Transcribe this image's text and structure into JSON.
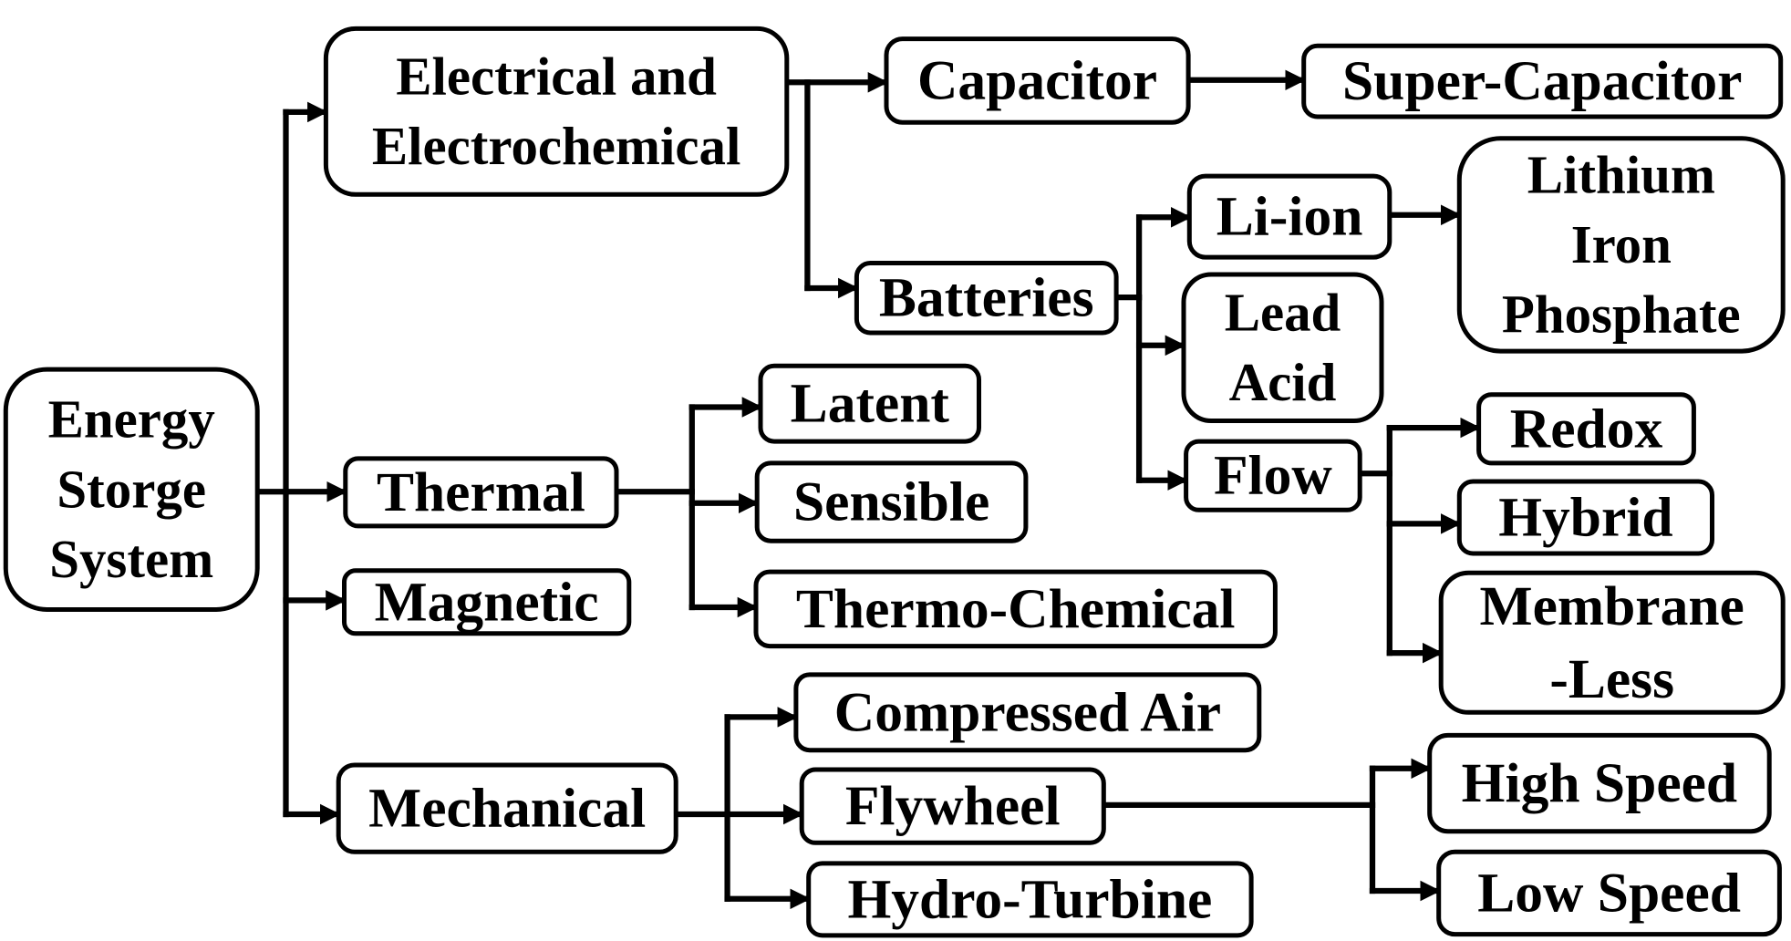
{
  "diagram": {
    "nodes": {
      "energy_storage_system": [
        "Energy",
        "Storge",
        "System"
      ],
      "electrical_and_electrochemical": [
        "Electrical and",
        "Electrochemical"
      ],
      "thermal": [
        "Thermal"
      ],
      "magnetic": [
        "Magnetic"
      ],
      "mechanical": [
        "Mechanical"
      ],
      "capacitor": [
        "Capacitor"
      ],
      "super_capacitor": [
        "Super-Capacitor"
      ],
      "batteries": [
        "Batteries"
      ],
      "li_ion": [
        "Li-ion"
      ],
      "lithium_iron_phosphate": [
        "Lithium",
        "Iron",
        "Phosphate"
      ],
      "lead_acid": [
        "Lead",
        "Acid"
      ],
      "flow": [
        "Flow"
      ],
      "redox": [
        "Redox"
      ],
      "hybrid": [
        "Hybrid"
      ],
      "membrane_less": [
        "Membrane",
        "-Less"
      ],
      "latent": [
        "Latent"
      ],
      "sensible": [
        "Sensible"
      ],
      "thermo_chemical": [
        "Thermo-Chemical"
      ],
      "compressed_air": [
        "Compressed Air"
      ],
      "flywheel": [
        "Flywheel"
      ],
      "hydro_turbine": [
        "Hydro-Turbine"
      ],
      "high_speed": [
        "High Speed"
      ],
      "low_speed": [
        "Low Speed"
      ]
    },
    "edges": [
      [
        "energy_storage_system",
        "electrical_and_electrochemical"
      ],
      [
        "energy_storage_system",
        "thermal"
      ],
      [
        "energy_storage_system",
        "magnetic"
      ],
      [
        "energy_storage_system",
        "mechanical"
      ],
      [
        "electrical_and_electrochemical",
        "capacitor"
      ],
      [
        "electrical_and_electrochemical",
        "batteries"
      ],
      [
        "capacitor",
        "super_capacitor"
      ],
      [
        "batteries",
        "li_ion"
      ],
      [
        "batteries",
        "lead_acid"
      ],
      [
        "batteries",
        "flow"
      ],
      [
        "li_ion",
        "lithium_iron_phosphate"
      ],
      [
        "flow",
        "redox"
      ],
      [
        "flow",
        "hybrid"
      ],
      [
        "flow",
        "membrane_less"
      ],
      [
        "thermal",
        "latent"
      ],
      [
        "thermal",
        "sensible"
      ],
      [
        "thermal",
        "thermo_chemical"
      ],
      [
        "mechanical",
        "compressed_air"
      ],
      [
        "mechanical",
        "flywheel"
      ],
      [
        "mechanical",
        "hydro_turbine"
      ],
      [
        "flywheel",
        "high_speed"
      ],
      [
        "flywheel",
        "low_speed"
      ]
    ]
  }
}
